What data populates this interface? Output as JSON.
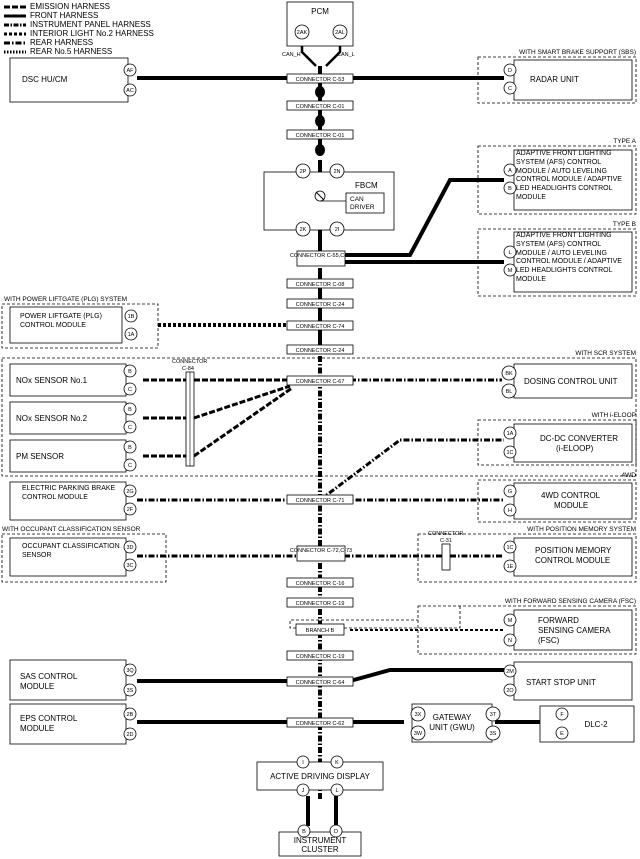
{
  "legend": [
    {
      "style": "emission",
      "label": "EMISSION HARNESS"
    },
    {
      "style": "front",
      "label": "FRONT HARNESS"
    },
    {
      "style": "instrument",
      "label": "INSTRUMENT PANEL HARNESS"
    },
    {
      "style": "interior2",
      "label": "INTERIOR LIGHT No.2 HARNESS"
    },
    {
      "style": "rear",
      "label": "REAR HARNESS"
    },
    {
      "style": "rear5",
      "label": "REAR No.5 HARNESS"
    }
  ],
  "pcm": {
    "label": "PCM",
    "pin_left": "2AK",
    "pin_right": "2AL",
    "can_h": "CAN_H",
    "can_l": "CAN_L"
  },
  "connectors": {
    "c53": "CONNECTOR C-53",
    "c01a": "CONNECTOR C-01",
    "c01b": "CONNECTOR C-01",
    "c55": "CONNECTOR C-55,C-54",
    "c08": "CONNECTOR C-08",
    "c24a": "CONNECTOR C-24",
    "c74": "CONNECTOR C-74",
    "c24b": "CONNECTOR C-24",
    "c67": "CONNECTOR C-67",
    "c71": "CONNECTOR C-71",
    "c72": "CONNECTOR C-72,C-73",
    "c16": "CONNECTOR C-16",
    "c19a": "CONNECTOR C-19",
    "branch": "BRANCH B",
    "c19b": "CONNECTOR C-19",
    "c64": "CONNECTOR C-64",
    "c62": "CONNECTOR C-62",
    "c84": "CONNECTOR C-84",
    "c31": "CONNECTOR C-31"
  },
  "fbcm": {
    "label": "FBCM",
    "pin_tl": "2P",
    "pin_tr": "2N",
    "pin_bl": "2K",
    "pin_br": "2I",
    "can_driver": "CAN DRIVER"
  },
  "dsc": {
    "label": "DSC HU/CM",
    "pin1": "AF",
    "pin2": "AC"
  },
  "sbs": {
    "title": "WITH SMART BRAKE SUPPORT (SBS)",
    "label": "RADAR UNIT",
    "pin1": "D",
    "pin2": "C"
  },
  "afs_a": {
    "title": "TYPE A",
    "label": "ADAPTIVE FRONT LIGHTING SYSTEM (AFS) CONTROL MODULE / AUTO LEVELING CONTROL MODULE / ADAPTIVE LED HEADLIGHTS CONTROL MODULE",
    "pin1": "A",
    "pin2": "B"
  },
  "afs_b": {
    "title": "TYPE B",
    "label": "ADAPTIVE FRONT LIGHTING SYSTEM (AFS) CONTROL MODULE / AUTO LEVELING CONTROL MODULE / ADAPTIVE LED HEADLIGHTS CONTROL MODULE",
    "pin1": "L",
    "pin2": "M"
  },
  "plg": {
    "title": "WITH POWER LIFTGATE (PLG) SYSTEM",
    "label": "POWER LIFTGATE (PLG) CONTROL MODULE",
    "pin1": "1B",
    "pin2": "1A"
  },
  "scr": {
    "title": "WITH SCR SYSTEM",
    "label": "DOSING CONTROL UNIT",
    "pin1": "BK",
    "pin2": "BL"
  },
  "nox1": {
    "label": "NOx SENSOR No.1",
    "pin1": "B",
    "pin2": "C"
  },
  "nox2": {
    "label": "NOx SENSOR No.2",
    "pin1": "B",
    "pin2": "C"
  },
  "pm": {
    "label": "PM SENSOR",
    "pin1": "B",
    "pin2": "C"
  },
  "ieloop": {
    "title": "WITH i-ELOOP",
    "label": "DC-DC CONVERTER (i-ELOOP)",
    "pin1": "1A",
    "pin2": "1C"
  },
  "epb": {
    "label": "ELECTRIC PARKING BRAKE CONTROL MODULE",
    "pin1": "2G",
    "pin2": "2F"
  },
  "awd": {
    "title": "4WD",
    "label": "4WD CONTROL MODULE",
    "pin1": "G",
    "pin2": "H"
  },
  "ocs": {
    "title": "WITH OCCUPANT CLASSIFICATION SENSOR",
    "label": "OCCUPANT CLASSIFICATION SENSOR",
    "pin1": "3D",
    "pin2": "3C"
  },
  "pms": {
    "title": "WITH POSITION MEMORY SYSTEM",
    "label": "POSITION MEMORY CONTROL MODULE",
    "pin1": "1C",
    "pin2": "1E"
  },
  "fsc": {
    "title": "WITH FORWARD SENSING CAMERA (FSC)",
    "label": "FORWARD SENSING CAMERA (FSC)",
    "pin1": "M",
    "pin2": "N"
  },
  "sas": {
    "label": "SAS CONTROL MODULE",
    "pin1": "3Q",
    "pin2": "3S"
  },
  "ssu": {
    "label": "START STOP UNIT",
    "pin1": "2M",
    "pin2": "2O"
  },
  "eps": {
    "label": "EPS CONTROL MODULE",
    "pin1": "2B",
    "pin2": "2D"
  },
  "gwu": {
    "label": "GATEWAY UNIT (GWU)",
    "pin_l1": "3X",
    "pin_l2": "3W",
    "pin_r1": "3T",
    "pin_r2": "3S"
  },
  "dlc": {
    "label": "DLC-2",
    "pin1": "F",
    "pin2": "E"
  },
  "add": {
    "label": "ACTIVE DRIVING DISPLAY",
    "pin_t1": "I",
    "pin_t2": "K",
    "pin_b1": "J",
    "pin_b2": "L"
  },
  "ic": {
    "label": "INSTRUMENT CLUSTER",
    "pin1": "B",
    "pin2": "D"
  }
}
